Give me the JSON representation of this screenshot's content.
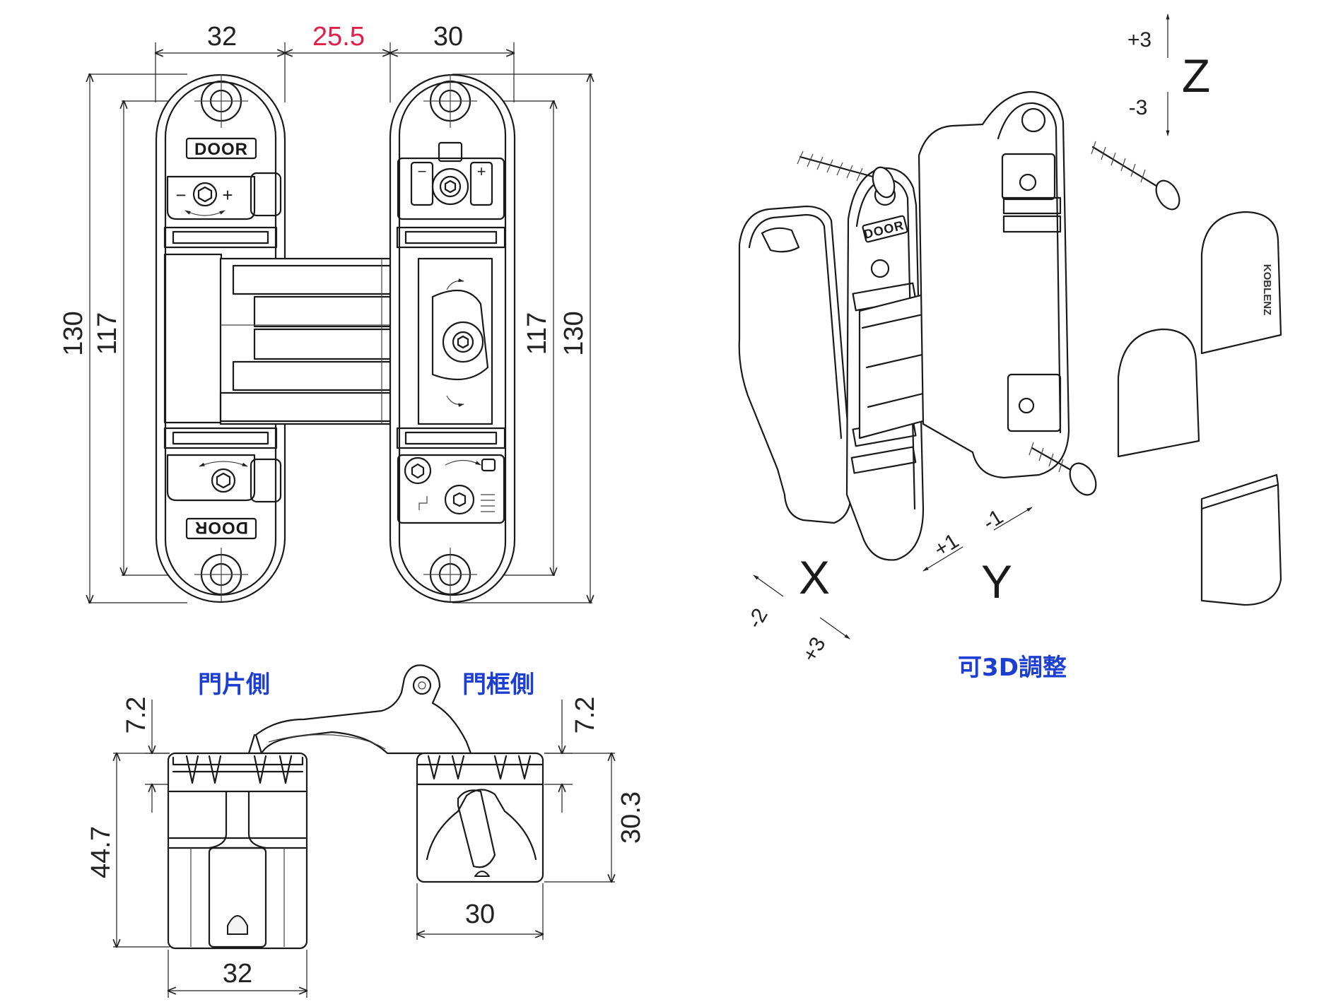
{
  "front_view": {
    "dim_width_door": "32",
    "dim_gap": "25.5",
    "dim_width_frame": "30",
    "dim_height_overall_left": "130",
    "dim_height_inner_left": "117",
    "dim_height_inner_right": "117",
    "dim_height_overall_right": "130",
    "door_label_top": "DOOR",
    "door_label_bottom": "DOOR",
    "adjust_minus": "−",
    "adjust_plus": "+"
  },
  "top_view": {
    "door_side_label": "門片側",
    "frame_side_label": "門框側",
    "dim_offset_left": "7.2",
    "dim_offset_right": "7.2",
    "dim_depth_door": "44.7",
    "dim_depth_frame": "30.3",
    "dim_width_door": "32",
    "dim_width_frame": "30"
  },
  "iso_view": {
    "axis_z": "Z",
    "axis_z_plus": "+3",
    "axis_z_minus": "-3",
    "axis_x": "X",
    "axis_x_minus": "-2",
    "axis_x_plus": "+3",
    "axis_y": "Y",
    "axis_y_plus": "+1",
    "axis_y_minus": "-1",
    "door_label": "DOOR",
    "brand_label": "KOBLENZ",
    "caption": "可3D調整"
  },
  "colors": {
    "line": "#1a1a1a",
    "highlight_dim": "#e0204a",
    "caption_blue": "#1d3fd1"
  }
}
